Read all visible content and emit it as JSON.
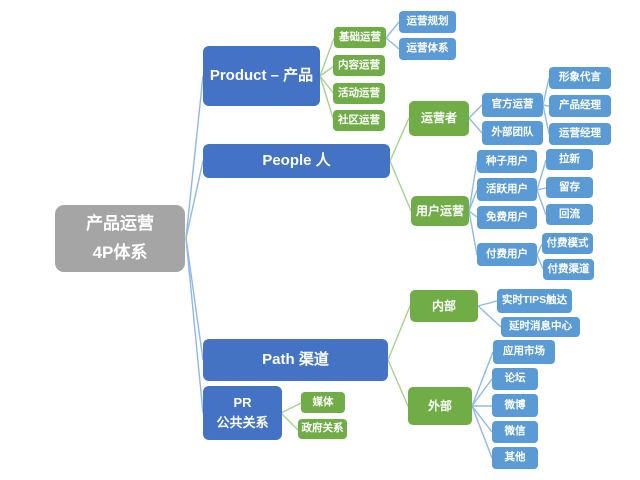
{
  "colors": {
    "root_gray": "#A5A5A5",
    "branch_blue": "#4472C4",
    "leaf_blue": "#5B9BD5",
    "green": "#70AD47",
    "line_blue": "#8FB8E8",
    "line_green": "#A9D18E"
  },
  "mindmap": {
    "root": {
      "line1": "产品运营",
      "line2": "4P体系"
    },
    "product": {
      "label": "Product – 产品",
      "basic": "基础运营",
      "content": "内容运营",
      "activity": "活动运营",
      "community": "社区运营",
      "planning": "运营规划",
      "system": "运营体系"
    },
    "people": {
      "label": "People 人",
      "operators": "运营者",
      "official": "官方运营",
      "external_team": "外部团队",
      "spokesperson": "形象代言",
      "product_manager": "产品经理",
      "operation_manager": "运营经理",
      "user_ops": "用户运营",
      "seed_users": "种子用户",
      "active_users": "活跃用户",
      "free_users": "免费用户",
      "paying_users": "付费用户",
      "acquisition": "拉新",
      "retention": "留存",
      "winback": "回流",
      "pay_model": "付费模式",
      "pay_channel": "付费渠道"
    },
    "path": {
      "label": "Path 渠道",
      "internal": "内部",
      "realtime_tips": "实时TIPS触达",
      "delayed_center": "延时消息中心",
      "external": "外部",
      "app_market": "应用市场",
      "forum": "论坛",
      "weibo": "微博",
      "wechat": "微信",
      "other": "其他"
    },
    "pr": {
      "line1": "PR",
      "line2": "公共关系",
      "media": "媒体",
      "government": "政府关系"
    }
  }
}
